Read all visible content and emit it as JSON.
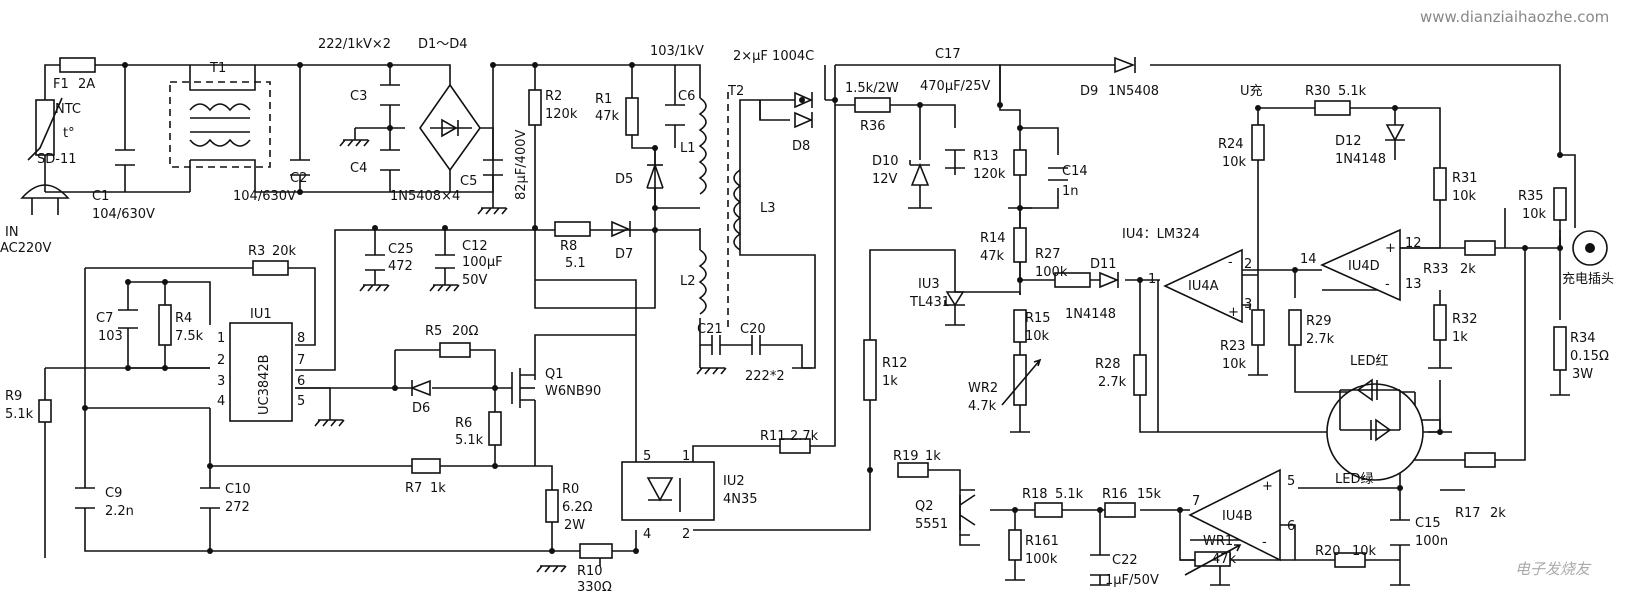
{
  "watermark": "www.dianziaihaozhe.com",
  "logo": "电子发烧友",
  "input": {
    "in": "IN",
    "voltage": "AC220V"
  },
  "fuse": {
    "ref": "F1",
    "value": "2A"
  },
  "ntc": {
    "ref": "NTC",
    "part": "SD-11",
    "symbol": "t°"
  },
  "c1": {
    "ref": "C1",
    "value": "104/630V"
  },
  "t1": {
    "ref": "T1"
  },
  "c2": {
    "ref": "C2",
    "value": "104/630V"
  },
  "c3c4": {
    "value": "222/1kV×2",
    "c3": "C3",
    "c4": "C4"
  },
  "bridge": {
    "ref": "D1～D4",
    "part": "1N5408×4"
  },
  "c5": {
    "ref": "C5",
    "value": "82μF/400V"
  },
  "r2": {
    "ref": "R2",
    "value": "120k"
  },
  "r1": {
    "ref": "R1",
    "value": "47k"
  },
  "c6": {
    "ref": "C6",
    "value": "103/1kV"
  },
  "d5": {
    "ref": "D5"
  },
  "t2": {
    "ref": "T2",
    "l1": "L1",
    "l2": "L2",
    "l3": "L3"
  },
  "d7": {
    "ref": "D7"
  },
  "r8": {
    "ref": "R8",
    "value": "5.1"
  },
  "c25": {
    "ref": "C25",
    "value": "472"
  },
  "c12": {
    "ref": "C12",
    "value": "100μF",
    "value2": "50V"
  },
  "r3": {
    "ref": "R3",
    "value": "20k"
  },
  "c7": {
    "ref": "C7",
    "value": "103"
  },
  "r4": {
    "ref": "R4",
    "value": "7.5k"
  },
  "iu1": {
    "ref": "IU1",
    "part": "UC3842B",
    "pins": [
      "1",
      "2",
      "3",
      "4",
      "8",
      "7",
      "6",
      "5"
    ]
  },
  "r9": {
    "ref": "R9",
    "value": "5.1k"
  },
  "c9": {
    "ref": "C9",
    "value": "2.2n"
  },
  "c10": {
    "ref": "C10",
    "value": "272"
  },
  "r5": {
    "ref": "R5",
    "value": "20Ω"
  },
  "d6": {
    "ref": "D6"
  },
  "q1": {
    "ref": "Q1",
    "part": "W6NB90"
  },
  "r6": {
    "ref": "R6",
    "value": "5.1k"
  },
  "r7": {
    "ref": "R7",
    "value": "1k"
  },
  "r0": {
    "ref": "R0",
    "value": "6.2Ω",
    "value2": "2W"
  },
  "r10": {
    "ref": "R10",
    "value": "330Ω"
  },
  "iu2": {
    "ref": "IU2",
    "part": "4N35",
    "pins": [
      "5",
      "1",
      "4",
      "2"
    ]
  },
  "c20c21": {
    "c21": "C21",
    "c20": "C20",
    "value": "222*2"
  },
  "d8": {
    "ref": "D8"
  },
  "t2cap": {
    "value": "2×μF 1004C"
  },
  "r36": {
    "ref": "R36",
    "value": "1.5k/2W"
  },
  "c17": {
    "ref": "C17",
    "value": "470μF/25V"
  },
  "d9": {
    "ref": "D9",
    "part": "1N5408"
  },
  "d10": {
    "ref": "D10",
    "value": "12V"
  },
  "r13": {
    "ref": "R13",
    "value": "120k"
  },
  "c14": {
    "ref": "C14",
    "value": "1n"
  },
  "r14": {
    "ref": "R14",
    "value": "47k"
  },
  "iu3": {
    "ref": "IU3",
    "part": "TL431"
  },
  "r27": {
    "ref": "R27",
    "value": "100k"
  },
  "d11": {
    "ref": "D11",
    "part": "1N4148"
  },
  "r15": {
    "ref": "R15",
    "value": "10k"
  },
  "wr2": {
    "ref": "WR2",
    "value": "4.7k"
  },
  "r12": {
    "ref": "R12",
    "value": "1k"
  },
  "r11": {
    "ref": "R11",
    "value": "2.7k"
  },
  "r19": {
    "ref": "R19",
    "value": "1k"
  },
  "q2": {
    "ref": "Q2",
    "part": "5551"
  },
  "ucharge": {
    "label": "U充"
  },
  "r24": {
    "ref": "R24",
    "value": "10k"
  },
  "r30": {
    "ref": "R30",
    "value": "5.1k"
  },
  "d12": {
    "ref": "D12",
    "part": "1N4148"
  },
  "iu4": {
    "label": "IU4：LM324",
    "a": "IU4A",
    "b": "IU4B",
    "d": "IU4D"
  },
  "r23": {
    "ref": "R23",
    "value": "10k"
  },
  "r28": {
    "ref": "R28",
    "value": "2.7k"
  },
  "r29": {
    "ref": "R29",
    "value": "2.7k"
  },
  "r31": {
    "ref": "R31",
    "value": "10k"
  },
  "r32": {
    "ref": "R32",
    "value": "1k"
  },
  "r33": {
    "ref": "R33",
    "value": "2k"
  },
  "r35": {
    "ref": "R35",
    "value": "10k"
  },
  "r34": {
    "ref": "R34",
    "value": "0.15Ω",
    "value2": "3W"
  },
  "output": {
    "label": "充电插头"
  },
  "led": {
    "red": "LED红",
    "green": "LED绿"
  },
  "r18": {
    "ref": "R18",
    "value": "5.1k"
  },
  "r161": {
    "ref": "R161",
    "value": "100k"
  },
  "r16": {
    "ref": "R16",
    "value": "15k"
  },
  "c22": {
    "ref": "C22",
    "value": "1μF/50V"
  },
  "wr1": {
    "ref": "WR1",
    "value": "47k"
  },
  "r20": {
    "ref": "R20",
    "value": "10k"
  },
  "c15": {
    "ref": "C15",
    "value": "100n"
  },
  "r17": {
    "ref": "R17",
    "value": "2k"
  },
  "pin_numbers": {
    "p1": "1",
    "p2": "2",
    "p3": "3",
    "p5": "5",
    "p6": "6",
    "p7": "7",
    "p12": "12",
    "p13": "13",
    "p14": "14",
    "plus": "+",
    "minus": "-"
  }
}
